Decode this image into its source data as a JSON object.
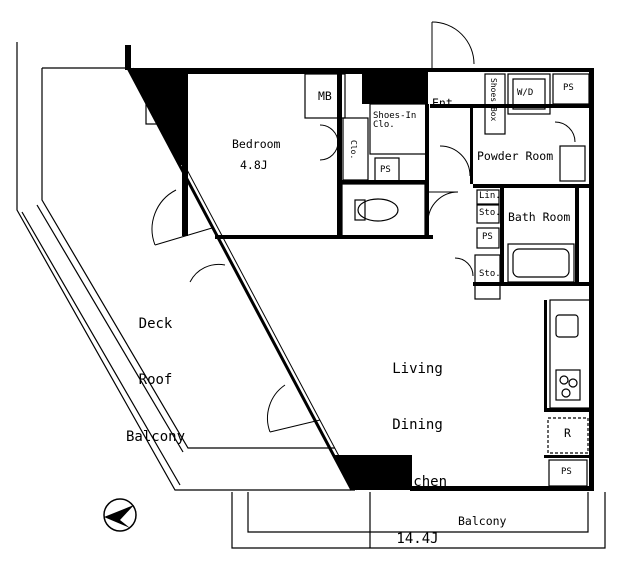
{
  "plan": {
    "rooms": {
      "bedroom": {
        "name": "Bedroom",
        "size": "4.8J"
      },
      "ldk": {
        "line1": "Living",
        "line2": "Dining",
        "line3": "Kitchen",
        "size": "14.4J"
      },
      "deck": {
        "line1": "Deck",
        "line2": "Roof",
        "line3": "Balcony"
      },
      "balcony": "Balcony",
      "entrance": "Ent.",
      "powder_room": "Powder Room",
      "bath_room": "Bath Room",
      "mb": "MB",
      "wd": "W/D",
      "shoes_in_clo": "Shoes-In\nClo.",
      "shoes_box": "Shoes Box",
      "clo": "Clo.",
      "lin": "Lin.",
      "sto_upper": "Sto.",
      "sto_lower": "Sto.",
      "refrigerator": "R"
    },
    "ps_label": "PS",
    "colors": {
      "wall": "#000000",
      "line": "#000000",
      "background": "#ffffff"
    }
  }
}
